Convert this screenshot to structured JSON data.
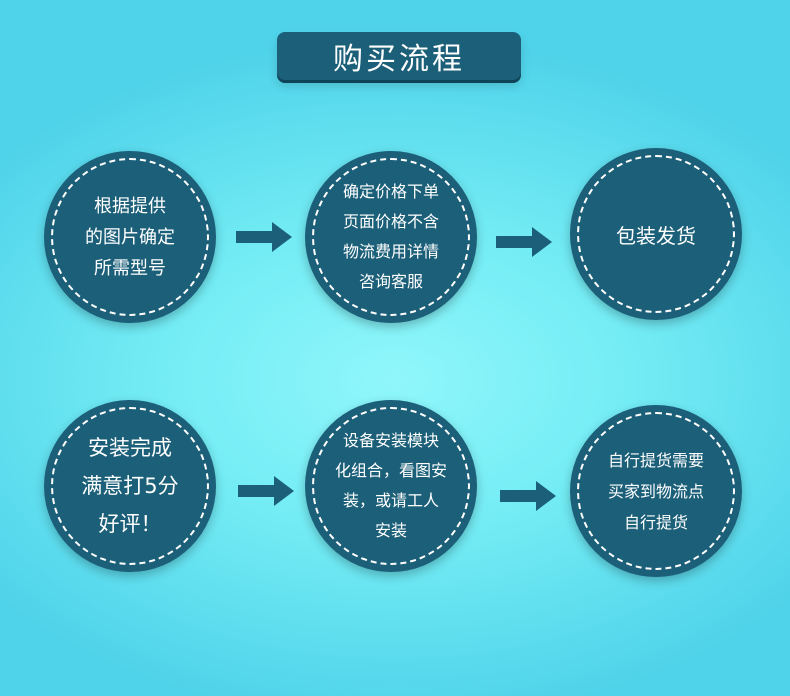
{
  "title": "购买流程",
  "steps": [
    {
      "lines": [
        "根据提供",
        "的图片确定",
        "所需型号"
      ]
    },
    {
      "lines": [
        "确定价格下单",
        "页面价格不含",
        "物流费用详情",
        "咨询客服"
      ]
    },
    {
      "lines": [
        "包装发货"
      ]
    },
    {
      "lines": [
        "安装完成",
        "满意打5分",
        "好评！"
      ]
    },
    {
      "lines": [
        "设备安装模块",
        "化组合，看图安",
        "装，或请工人",
        "安装"
      ]
    },
    {
      "lines": [
        "自行提货需要",
        "买家到物流点",
        "自行提货"
      ]
    }
  ],
  "colors": {
    "circle": "#1b5f79",
    "arrow": "#1b5f79",
    "text": "#ffffff"
  }
}
